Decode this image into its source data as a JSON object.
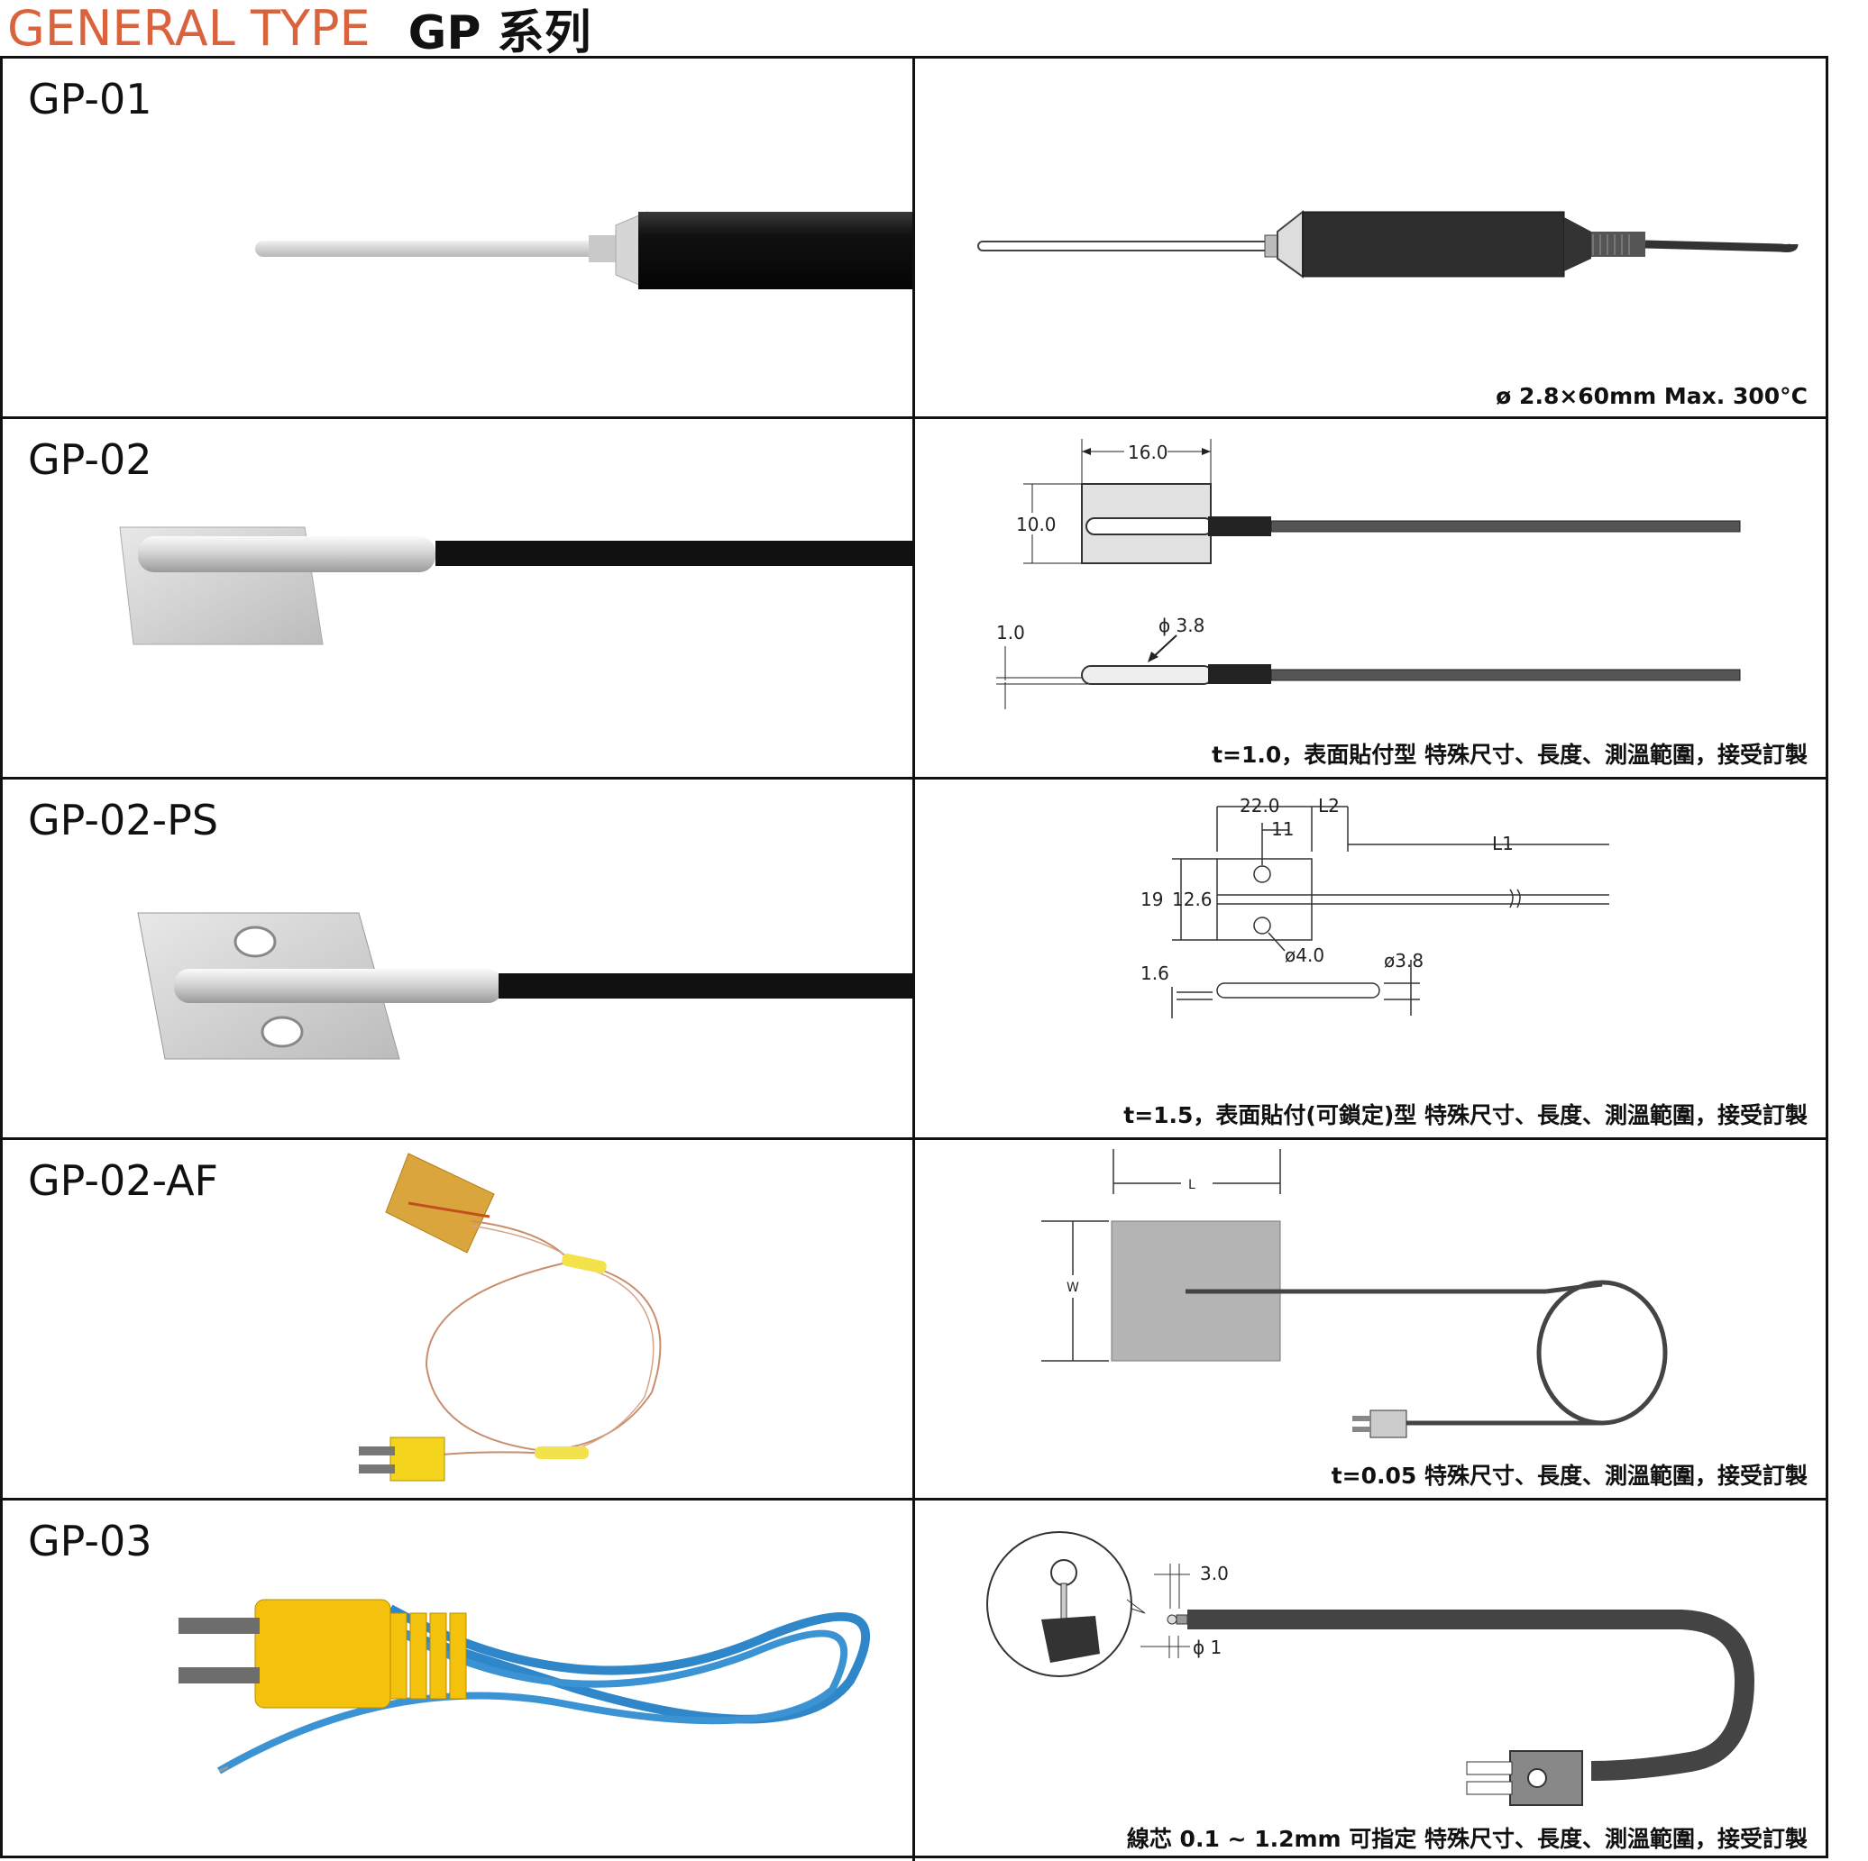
{
  "header": {
    "title_en": "GENERAL TYPE",
    "title_zh": "GP 系列"
  },
  "colors": {
    "title_accent": "#d9633d",
    "cable_blue": "#2f86c8",
    "connector_yellow": "#f4c20d"
  },
  "rows": [
    {
      "model": "GP-01",
      "caption": "ø 2.8×60mm  Max. 300°C"
    },
    {
      "model": "GP-02",
      "caption": "t=1.0，表面貼付型  特殊尺寸、長度、測溫範圍，接受訂製",
      "dims": {
        "width": "16.0",
        "height": "10.0",
        "thickness": "1.0",
        "diameter": "ϕ 3.8"
      }
    },
    {
      "model": "GP-02-PS",
      "caption": "t=1.5，表面貼付(可鎖定)型  特殊尺寸、長度、測溫範圍，接受訂製",
      "dims": {
        "a": "22.0",
        "b": "L2",
        "c": "11",
        "d": "L1",
        "e": "19",
        "f": "12.6",
        "g": "ø4.0",
        "h": "1.6",
        "i": "ø3.8"
      }
    },
    {
      "model": "GP-02-AF",
      "caption": "t=0.05  特殊尺寸、長度、測溫範圍，接受訂製",
      "dims": {
        "l": "L",
        "w": "W"
      }
    },
    {
      "model": "GP-03",
      "caption": "線芯 0.1 ~ 1.2mm 可指定  特殊尺寸、長度、測溫範圍，接受訂製",
      "dims": {
        "len": "3.0",
        "dia": "ϕ 1"
      }
    }
  ]
}
